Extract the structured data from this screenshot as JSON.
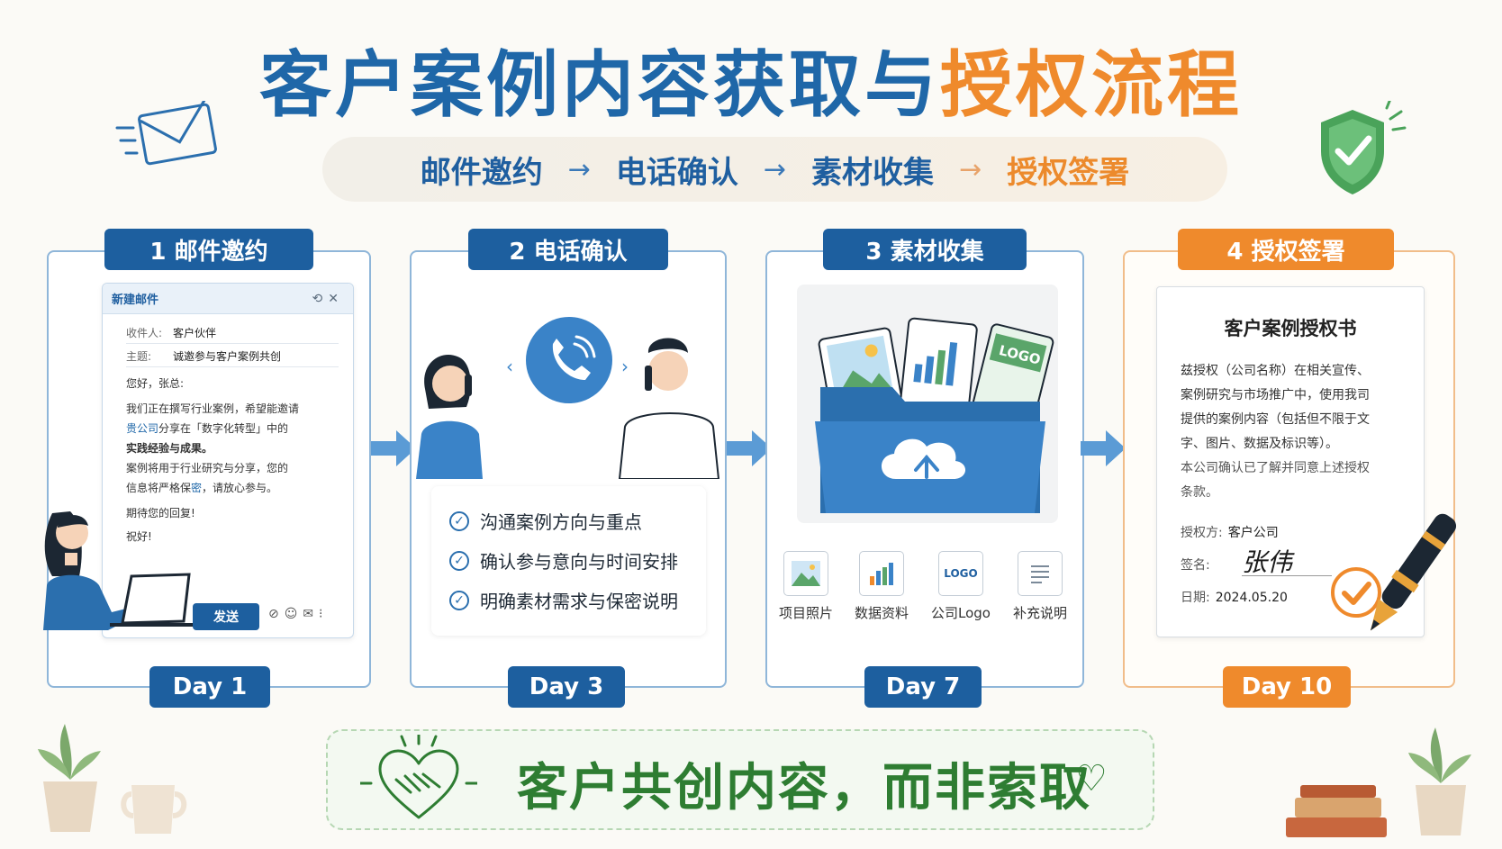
{
  "title": {
    "part1": "客户案例内容获取与",
    "part2": "授权流程"
  },
  "flow": [
    "邮件邀约",
    "电话确认",
    "素材收集",
    "授权签署"
  ],
  "flow_arrow": "→",
  "panels": [
    {
      "tag": "1  邮件邀约",
      "day": "Day 1"
    },
    {
      "tag": "2  电话确认",
      "day": "Day 3"
    },
    {
      "tag": "3  素材收集",
      "day": "Day 7"
    },
    {
      "tag": "4  授权签署",
      "day": "Day 10"
    }
  ],
  "email": {
    "window_title": "新建邮件",
    "to_label": "收件人:",
    "to_value": "客户伙伴",
    "subject_label": "主题:",
    "subject_value": "诚邀参与客户案例共创",
    "greeting": "您好，张总:",
    "line1": "我们正在撰写行业案例，希望能邀请",
    "line2_company": "贵公司",
    "line2_rest": "分享在「数字化转型」中的",
    "line3": "实践经验与成果。",
    "line4": "案例将用于行业研究与分享，您的",
    "line5_a": "信息将严格保",
    "line5_hl": "密",
    "line5_b": "，请放心参与。",
    "closing1": "期待您的回复!",
    "closing2": "祝好!",
    "send": "发送"
  },
  "checklist": [
    "沟通案例方向与重点",
    "确认参与意向与时间安排",
    "明确素材需求与保密说明"
  ],
  "materials": [
    {
      "label": "项目照片",
      "icon": "photo-icon"
    },
    {
      "label": "数据资料",
      "icon": "bar-chart-icon"
    },
    {
      "label": "公司Logo",
      "icon": "logo-icon",
      "icon_text": "LOGO"
    },
    {
      "label": "补充说明",
      "icon": "document-icon"
    }
  ],
  "folder_logo_text": "LOGO",
  "authorization": {
    "title": "客户案例授权书",
    "body": [
      "兹授权（公司名称）在相关宣传、",
      "案例研究与市场推广中，使用我司",
      "提供的案例内容（包括但不限于文",
      "字、图片、数据及标识等）。"
    ],
    "confirm": [
      "本公司确认已了解并同意上述授权",
      "条款。"
    ],
    "grantor_label": "授权方:",
    "grantor_value": "客户公司",
    "sign_label": "签名:",
    "signature": "张伟",
    "date_label": "日期:",
    "date_value": "2024.05.20"
  },
  "slogan": "客户共创内容，而非索取",
  "colors": {
    "blue": "#1d5f9f",
    "orange": "#ef8a2c",
    "green": "#2e7d32"
  }
}
